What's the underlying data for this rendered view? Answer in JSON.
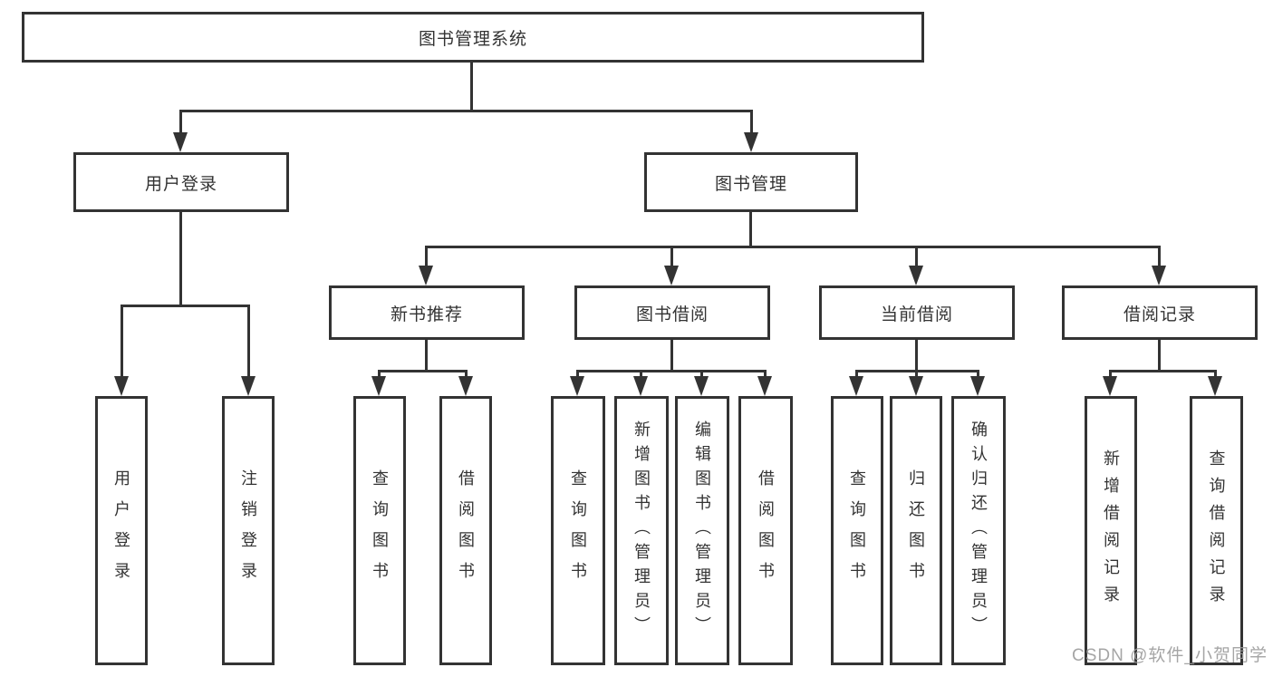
{
  "diagram": {
    "root": {
      "label": "图书管理系统"
    },
    "level2": [
      {
        "label": "用户登录"
      },
      {
        "label": "图书管理"
      }
    ],
    "level3": [
      {
        "label": "新书推荐"
      },
      {
        "label": "图书借阅"
      },
      {
        "label": "当前借阅"
      },
      {
        "label": "借阅记录"
      }
    ],
    "leaves": {
      "user_login": [
        "用户登录",
        "注销登录"
      ],
      "new_book": [
        "查询图书",
        "借阅图书"
      ],
      "book_borrow": [
        "查询图书",
        "新增图书（管理员）",
        "编辑图书（管理员）",
        "借阅图书"
      ],
      "current_borrow": [
        "查询图书",
        "归还图书",
        "确认归还（管理员）"
      ],
      "borrow_record": [
        "新增借阅记录",
        "查询借阅记录"
      ]
    }
  },
  "watermark": {
    "text": "CSDN @软件_小贺同学"
  },
  "colors": {
    "line": "#333333",
    "text": "#333333",
    "watermark": "#9b9b9b",
    "background": "#ffffff"
  }
}
